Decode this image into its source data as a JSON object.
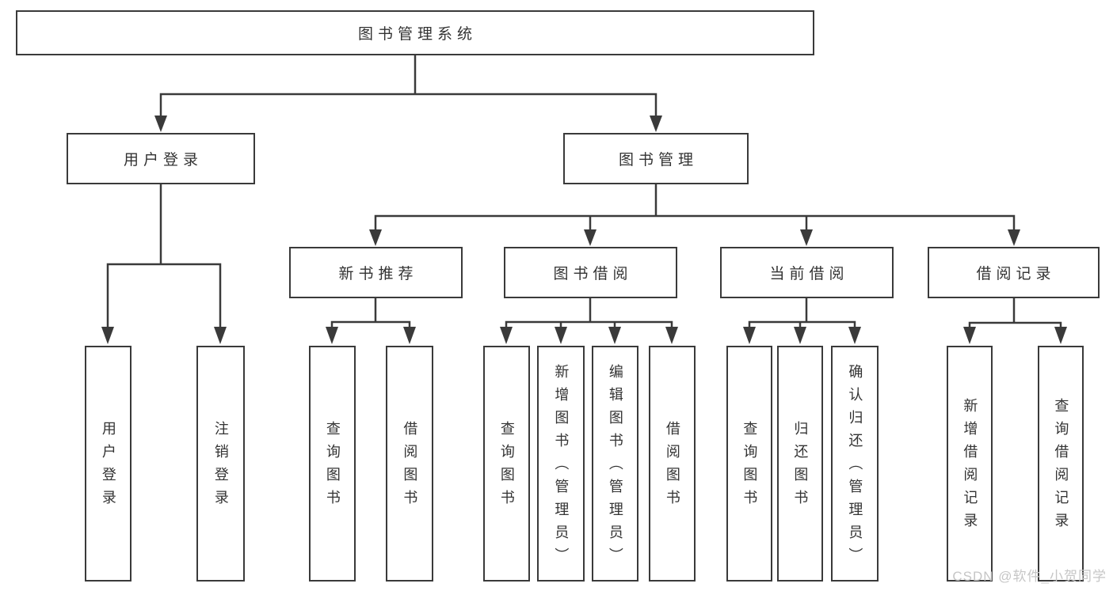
{
  "diagram": {
    "title": "图书管理系统",
    "branches": {
      "user_login": {
        "label": "用户登录",
        "children": [
          "用户登录",
          "注销登录"
        ]
      },
      "book_management": {
        "label": "图书管理",
        "sections": {
          "new_book_recommend": {
            "label": "新书推荐",
            "children": [
              "查询图书",
              "借阅图书"
            ]
          },
          "book_borrow": {
            "label": "图书借阅",
            "children": [
              "查询图书",
              "新增图书（管理员）",
              "编辑图书（管理员）",
              "借阅图书"
            ]
          },
          "current_borrow": {
            "label": "当前借阅",
            "children": [
              "查询图书",
              "归还图书",
              "确认归还（管理员）"
            ]
          },
          "borrow_records": {
            "label": "借阅记录",
            "children": [
              "新增借阅记录",
              "查询借阅记录"
            ]
          }
        }
      }
    }
  },
  "watermark": {
    "text": "CSDN @软件_小贺同学"
  },
  "colors": {
    "line": "#3a3a3a",
    "text": "#333333",
    "watermark": "#c6c6c6",
    "background": "#ffffff"
  }
}
